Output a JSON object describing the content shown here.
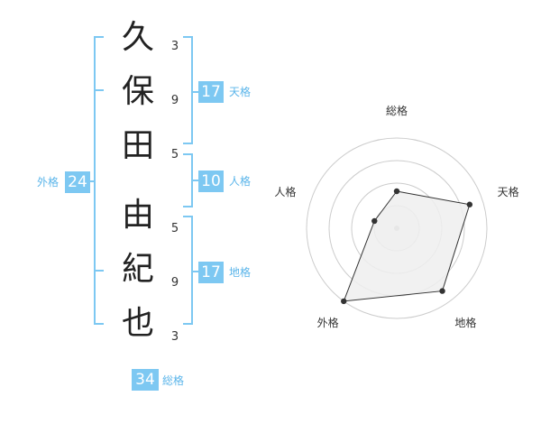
{
  "name": {
    "characters": [
      "久",
      "保",
      "田",
      "由",
      "紀",
      "也"
    ],
    "strokes": [
      "3",
      "9",
      "5",
      "5",
      "9",
      "3"
    ]
  },
  "fortunes": {
    "tenkaku": {
      "value": "17",
      "label": "天格"
    },
    "jinkaku": {
      "value": "10",
      "label": "人格"
    },
    "chikaku": {
      "value": "17",
      "label": "地格"
    },
    "gaikaku": {
      "value": "24",
      "label": "外格"
    },
    "soukaku": {
      "value": "34",
      "label": "総格"
    }
  },
  "colors": {
    "accent": "#7dc8f2",
    "caption": "#5bb5ea",
    "radar_fill": "#eeeeee",
    "grid": "#cccccc"
  },
  "chart_data": {
    "type": "radar",
    "axes": [
      "総格",
      "天格",
      "地格",
      "外格",
      "人格"
    ],
    "series": [
      {
        "values": [
          0.41,
          0.85,
          0.86,
          1.0,
          0.26
        ]
      }
    ],
    "range": [
      0,
      1
    ],
    "rings": 4
  }
}
